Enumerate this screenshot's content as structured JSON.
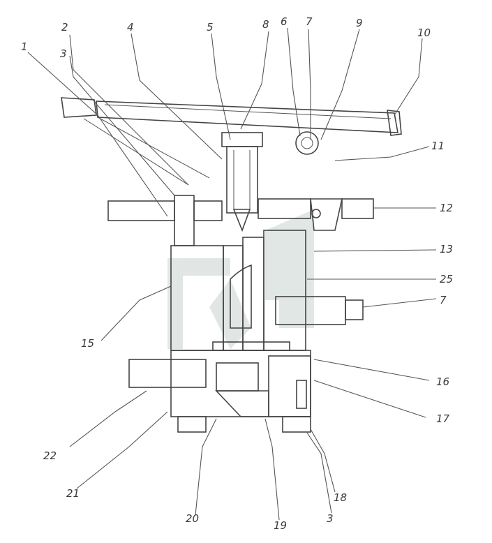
{
  "drawing": {
    "colors": {
      "line": "#444444",
      "watermark": "#c9d3cf",
      "paper": "#ffffff"
    },
    "callouts": [
      {
        "id": "c2",
        "label": "2"
      },
      {
        "id": "c3a",
        "label": "3"
      },
      {
        "id": "c1",
        "label": "1"
      },
      {
        "id": "c4",
        "label": "4"
      },
      {
        "id": "c5",
        "label": "5"
      },
      {
        "id": "c8",
        "label": "8"
      },
      {
        "id": "c6",
        "label": "6"
      },
      {
        "id": "c7a",
        "label": "7"
      },
      {
        "id": "c9",
        "label": "9"
      },
      {
        "id": "c10",
        "label": "10"
      },
      {
        "id": "c11",
        "label": "11"
      },
      {
        "id": "c12",
        "label": "12"
      },
      {
        "id": "c13",
        "label": "13"
      },
      {
        "id": "c25",
        "label": "25"
      },
      {
        "id": "c7b",
        "label": "7"
      },
      {
        "id": "c15",
        "label": "15"
      },
      {
        "id": "c16",
        "label": "16"
      },
      {
        "id": "c17",
        "label": "17"
      },
      {
        "id": "c22",
        "label": "22"
      },
      {
        "id": "c21",
        "label": "21"
      },
      {
        "id": "c20",
        "label": "20"
      },
      {
        "id": "c19",
        "label": "19"
      },
      {
        "id": "c3b",
        "label": "3"
      },
      {
        "id": "c18",
        "label": "18"
      }
    ]
  }
}
